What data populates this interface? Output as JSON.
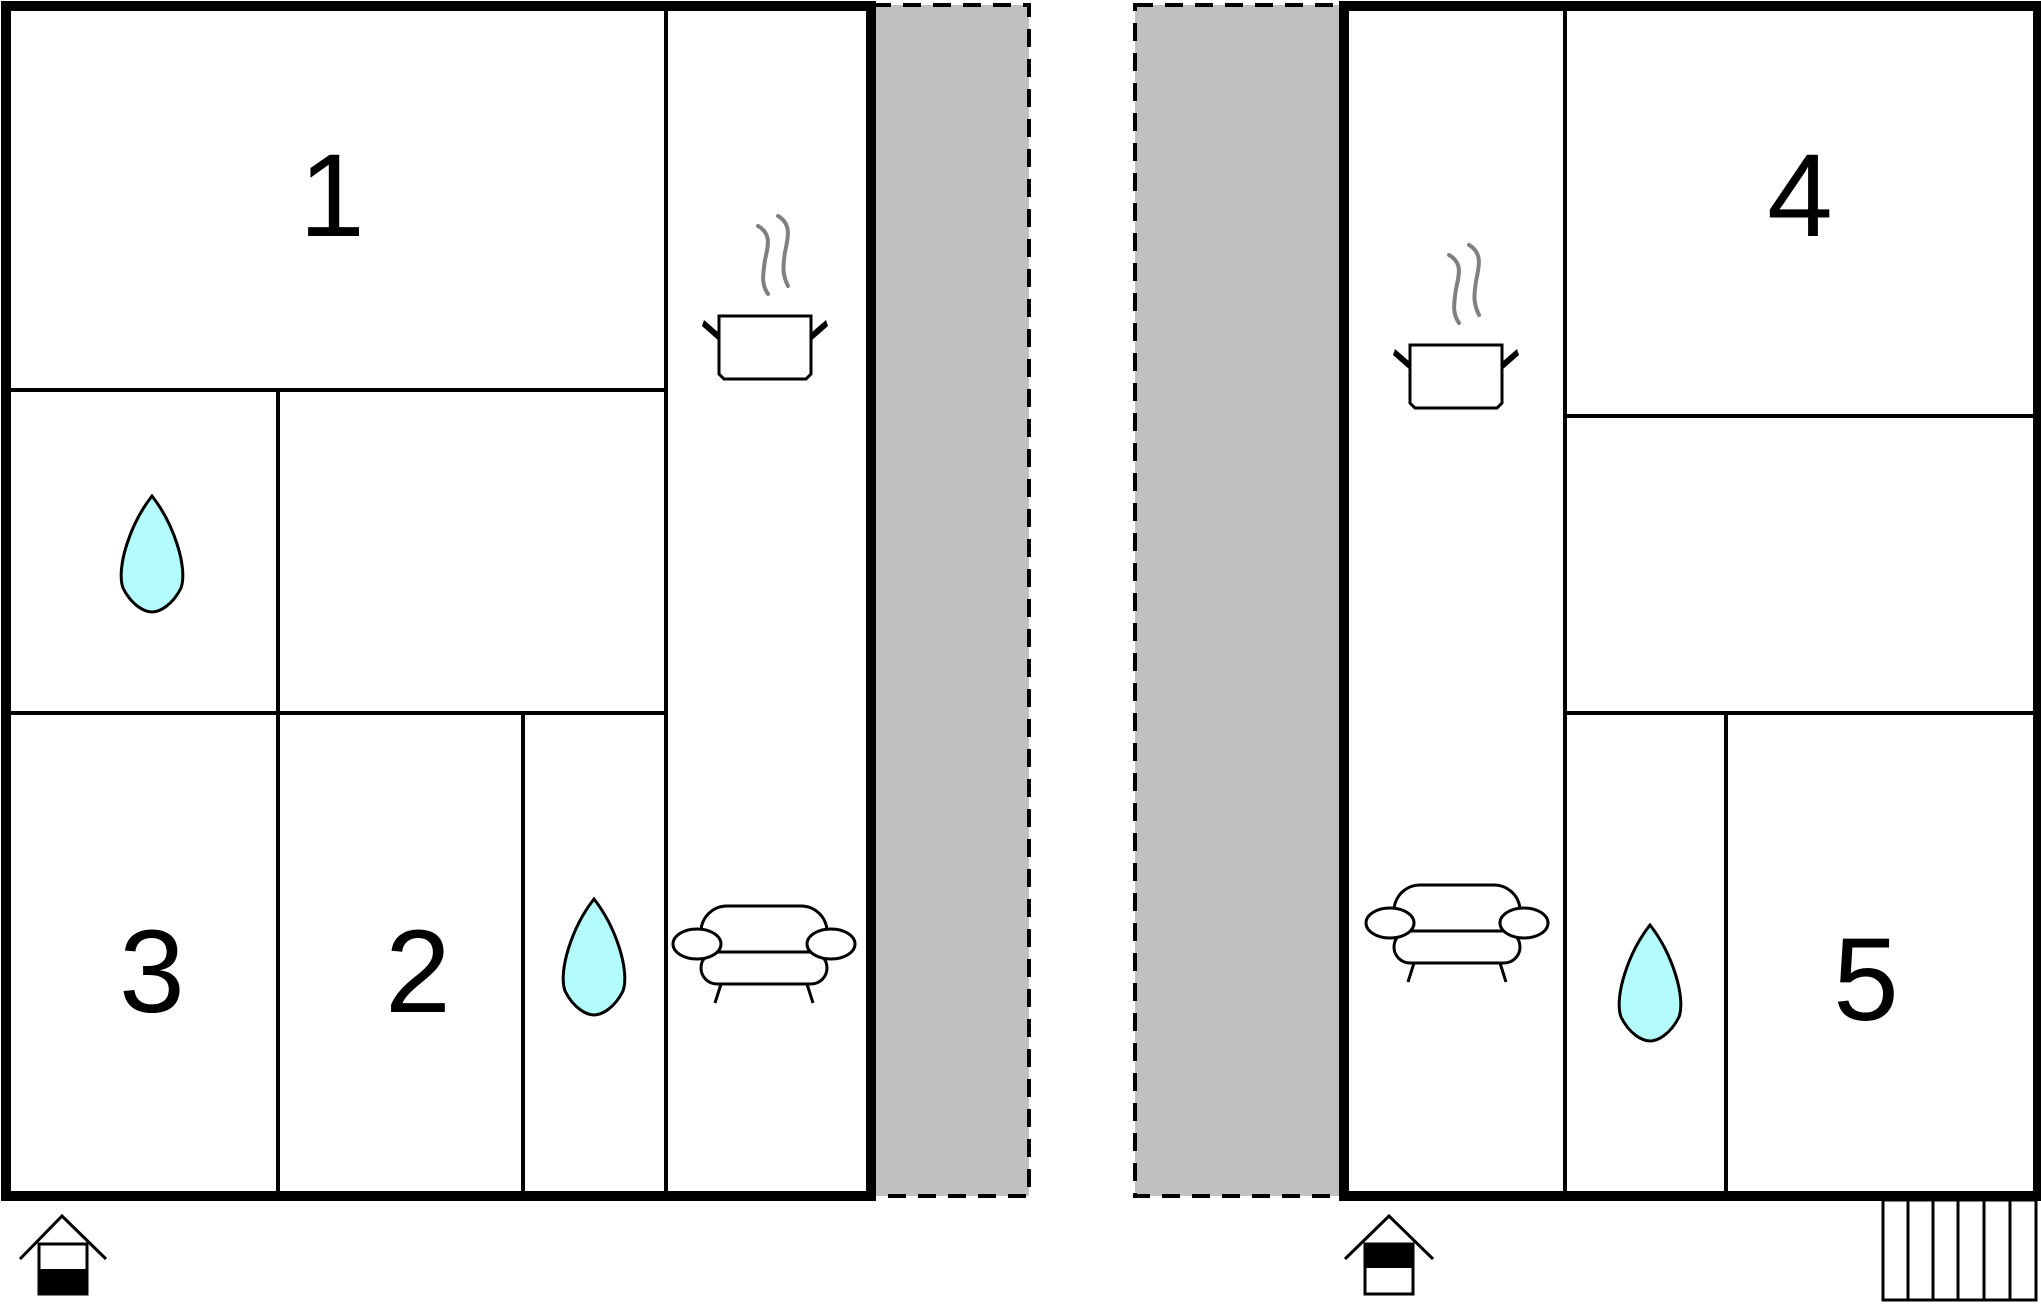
{
  "colors": {
    "wall": "#000000",
    "terrace_fill": "#c0c0c0",
    "water_fill": "#b4fcfc",
    "steam": "#808080"
  },
  "icons": {
    "bathroom": "water-drop-icon",
    "kitchen": "cooking-pot-icon",
    "living": "sofa-icon",
    "entrance": "entrance-house-icon",
    "stairs": "stairs-icon"
  },
  "floors": {
    "left": {
      "rooms": [
        {
          "number": "1"
        },
        {
          "number": "3"
        },
        {
          "number": "2"
        }
      ]
    },
    "right": {
      "rooms": [
        {
          "number": "4"
        },
        {
          "number": "5"
        }
      ]
    }
  }
}
